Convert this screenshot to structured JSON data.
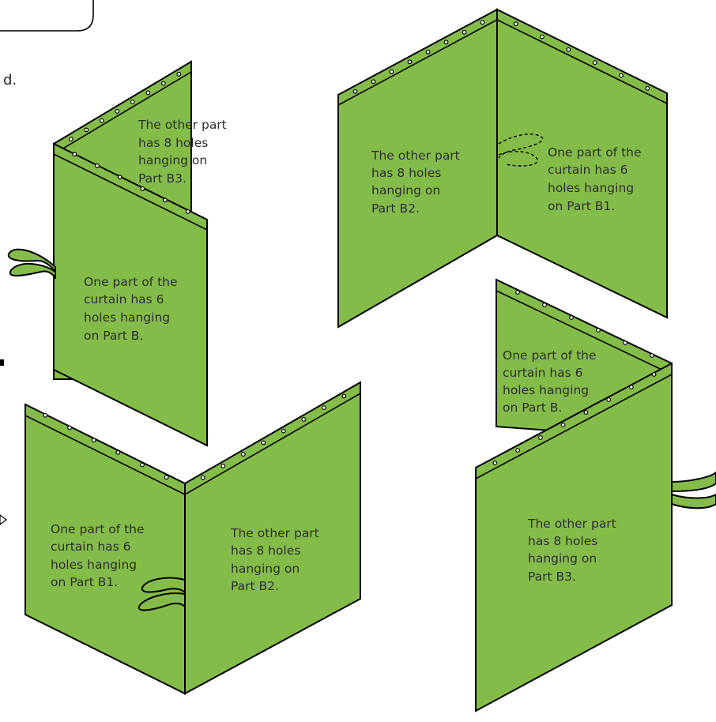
{
  "fragment_text": "d.",
  "figures": {
    "fig1": {
      "front_label": [
        "One part of the",
        "curtain has 6",
        "holes hanging",
        "on Part B."
      ],
      "back_label": [
        "The other part",
        "has 8 holes",
        "hanging on",
        "Part B3."
      ]
    },
    "fig2": {
      "left_label": [
        "The other part",
        "has 8 holes",
        "hanging on",
        "Part B2."
      ],
      "right_label": [
        "One part of the",
        "curtain has 6",
        "holes hanging",
        "on Part B1."
      ]
    },
    "fig3": {
      "left_label": [
        "One part of the",
        "curtain has 6",
        "holes hanging",
        "on Part B1."
      ],
      "right_label": [
        "The other part",
        "has 8 holes",
        "hanging on",
        "Part B2."
      ]
    },
    "fig4": {
      "back_label": [
        "One part of the",
        "curtain has 6",
        "holes hanging",
        "on Part B."
      ],
      "front_label": [
        "The other part",
        "has 8 holes",
        "hanging on",
        "Part B3."
      ]
    }
  },
  "colors": {
    "curtain": "#84bc4a",
    "outline": "#000000",
    "text": "#2e2e2e"
  }
}
